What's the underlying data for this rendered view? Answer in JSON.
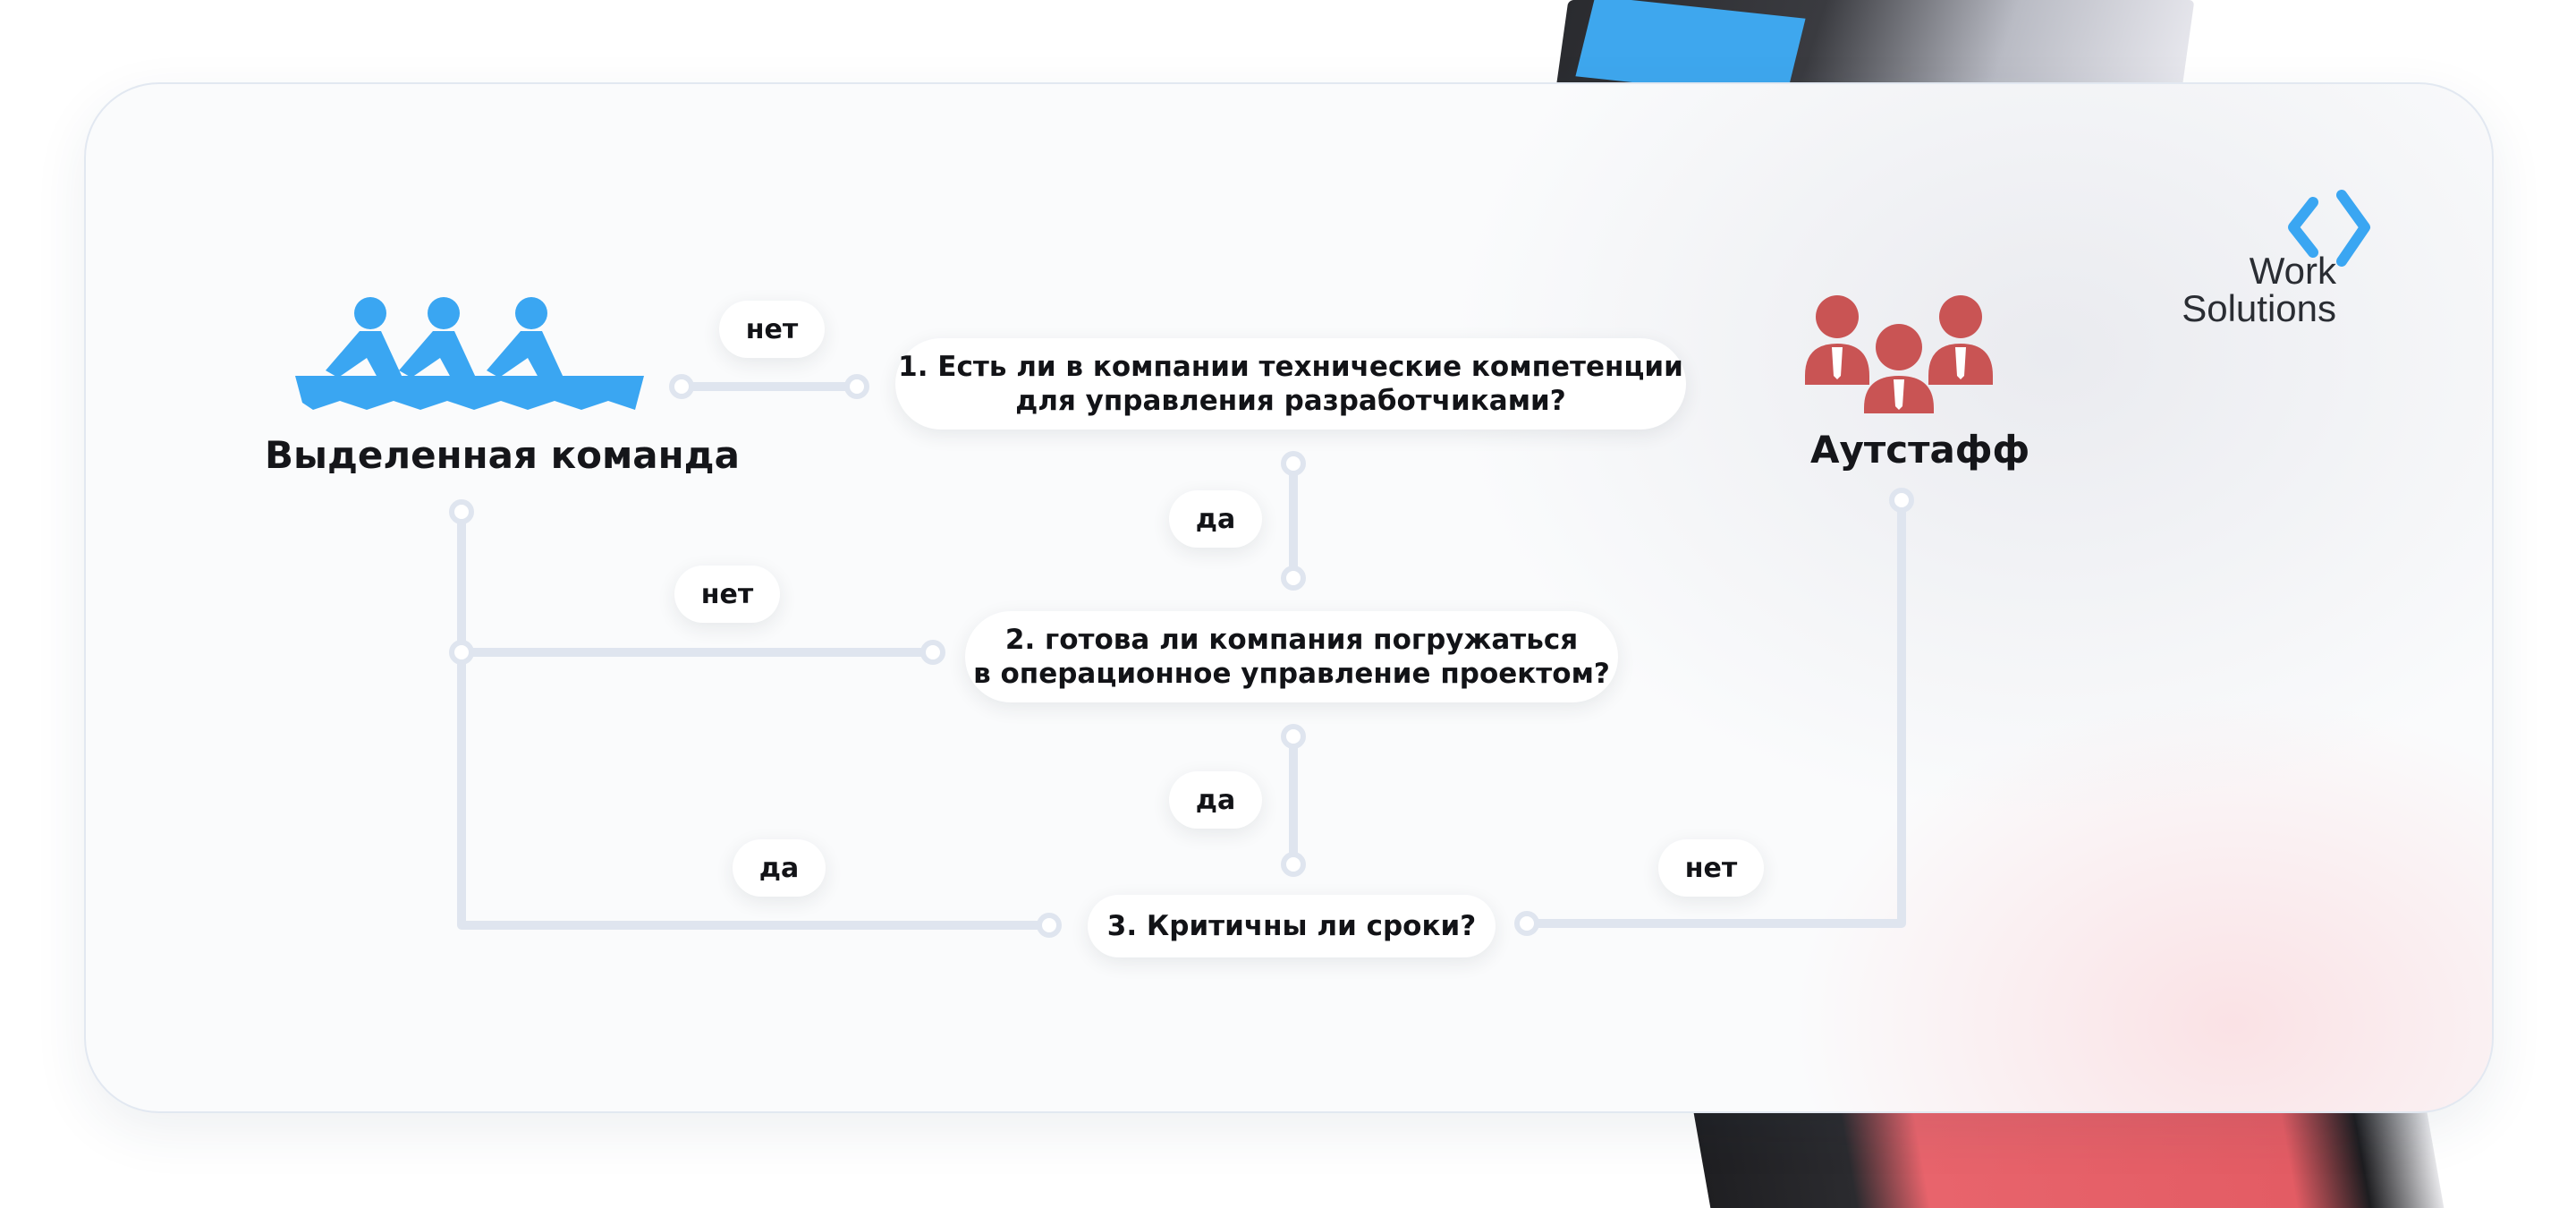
{
  "colors": {
    "connector": "#dfe5ef",
    "team_blue": "#3aa6f2",
    "outstaff_red": "#c95454",
    "logo_blue": "#3aa6f2"
  },
  "logo": {
    "line1": "Work",
    "line2": "Solutions",
    "icon": "code-brackets-icon"
  },
  "outcomes": {
    "dedicated_team": {
      "label": "Выделенная команда",
      "icon": "rowing-team-icon"
    },
    "outstaff": {
      "label": "Аутстафф",
      "icon": "staff-people-icon"
    }
  },
  "questions": [
    {
      "line1": "1. Есть ли в компании технические компетенции",
      "line2": "для управления разработчиками?"
    },
    {
      "line1": "2. готова ли компания погружаться",
      "line2": "в операционное управление проектом?"
    },
    {
      "line1": "3. Критичны ли сроки?",
      "line2": ""
    }
  ],
  "edge_labels": {
    "q1_no": "нет",
    "q1_yes": "да",
    "q2_no": "нет",
    "q2_yes": "да",
    "q3_yes": "да",
    "q3_no": "нет"
  }
}
